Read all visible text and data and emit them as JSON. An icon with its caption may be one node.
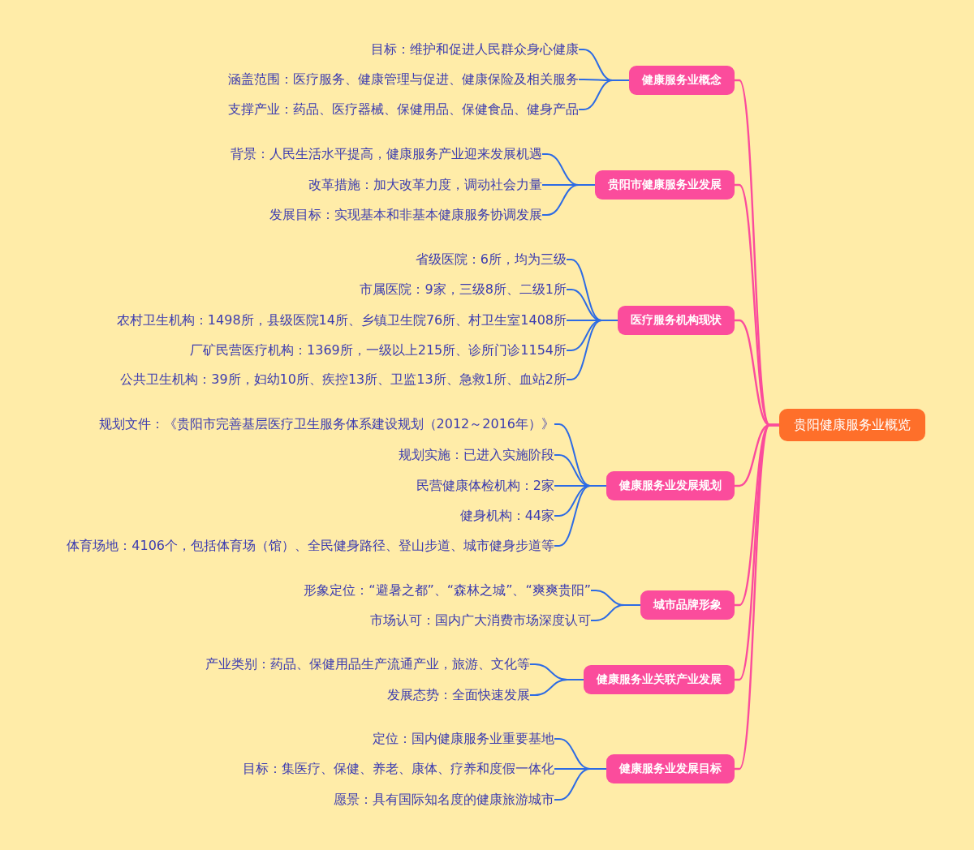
{
  "diagram": {
    "nodes": [
      {
        "text": [
          "贵阳健康服务业概览"
        ]
      },
      {
        "text": [
          "健康服务业概念"
        ]
      },
      {
        "text": [
          "目标：维护和促进人民群众身心健康"
        ]
      },
      {
        "text": [
          "涵盖范围：医疗服务、健康管理与促进、健康保险及相关服务"
        ]
      },
      {
        "text": [
          "支撑产业：药品、医疗器械、保健用品、保健食品、健身产品"
        ]
      },
      {
        "text": [
          "贵阳市健康服务业发展"
        ]
      },
      {
        "text": [
          "背景：人民生活水平提高，健康服务产业迎来发展机遇"
        ]
      },
      {
        "text": [
          "改革措施：加大改革力度，调动社会力量"
        ]
      },
      {
        "text": [
          "发展目标：实现基本和非基本健康服务协调发展"
        ]
      },
      {
        "text": [
          "医疗服务机构现状"
        ]
      },
      {
        "text": [
          "省级医院：6所，均为三级"
        ]
      },
      {
        "text": [
          "市属医院：9家，三级8所、二级1所"
        ]
      },
      {
        "text": [
          "农村卫生机构：1498所，县级医院14所、乡镇卫生院76所、村卫生室1408所"
        ]
      },
      {
        "text": [
          "厂矿民营医疗机构：1369所，一级以上215所、诊所门诊1154所"
        ]
      },
      {
        "text": [
          "公共卫生机构：39所，妇幼10所、疾控13所、卫监13所、急救1所、血站2所"
        ]
      },
      {
        "text": [
          "健康服务业发展规划"
        ]
      },
      {
        "text": [
          "规划文件：《贵阳市完善基层医疗卫生服务体系建设规划（2012～2016年）》"
        ]
      },
      {
        "text": [
          "规划实施：已进入实施阶段"
        ]
      },
      {
        "text": [
          "民营健康体检机构：2家"
        ]
      },
      {
        "text": [
          "健身机构：44家"
        ]
      },
      {
        "text": [
          "体育场地：4106个，包括体育场（馆）、全民健身路径、登山步道、城市健身步道等"
        ]
      },
      {
        "text": [
          "城市品牌形象"
        ]
      },
      {
        "text": [
          "形象定位：“避暑之都”、“森林之城”、“爽爽贵阳”"
        ]
      },
      {
        "text": [
          "市场认可：国内广大消费市场深度认可"
        ]
      },
      {
        "text": [
          "健康服务业关联产业发展"
        ]
      },
      {
        "text": [
          "产业类别：药品、保健用品生产流通产业，旅游、文化等"
        ]
      },
      {
        "text": [
          "发展态势：全面快速发展"
        ]
      },
      {
        "text": [
          "健康服务业发展目标"
        ]
      },
      {
        "text": [
          "定位：国内健康服务业重要基地"
        ]
      },
      {
        "text": [
          "目标：集医疗、保健、养老、康体、疗养和度假一体化"
        ]
      },
      {
        "text": [
          "愿景：具有国际知名度的健康旅游城市"
        ]
      }
    ],
    "edges": [
      {
        "from": 0,
        "to": 1,
        "arrow": "none",
        "color": "#fb4c9c"
      },
      {
        "from": 1,
        "to": 2,
        "arrow": "none"
      },
      {
        "from": 1,
        "to": 3,
        "arrow": "none"
      },
      {
        "from": 1,
        "to": 4,
        "arrow": "none"
      },
      {
        "from": 0,
        "to": 5,
        "arrow": "none",
        "color": "#fb4c9c"
      },
      {
        "from": 5,
        "to": 6,
        "arrow": "none"
      },
      {
        "from": 5,
        "to": 7,
        "arrow": "none"
      },
      {
        "from": 5,
        "to": 8,
        "arrow": "none"
      },
      {
        "from": 0,
        "to": 9,
        "arrow": "none",
        "color": "#fb4c9c"
      },
      {
        "from": 9,
        "to": 10,
        "arrow": "none"
      },
      {
        "from": 9,
        "to": 11,
        "arrow": "none"
      },
      {
        "from": 9,
        "to": 12,
        "arrow": "none"
      },
      {
        "from": 9,
        "to": 13,
        "arrow": "none"
      },
      {
        "from": 9,
        "to": 14,
        "arrow": "none"
      },
      {
        "from": 0,
        "to": 15,
        "arrow": "none",
        "color": "#fb4c9c"
      },
      {
        "from": 15,
        "to": 16,
        "arrow": "none"
      },
      {
        "from": 15,
        "to": 17,
        "arrow": "none"
      },
      {
        "from": 15,
        "to": 18,
        "arrow": "none"
      },
      {
        "from": 15,
        "to": 19,
        "arrow": "none"
      },
      {
        "from": 15,
        "to": 20,
        "arrow": "none"
      },
      {
        "from": 0,
        "to": 21,
        "arrow": "none",
        "color": "#fb4c9c"
      },
      {
        "from": 21,
        "to": 22,
        "arrow": "none"
      },
      {
        "from": 21,
        "to": 23,
        "arrow": "none"
      },
      {
        "from": 0,
        "to": 24,
        "arrow": "none",
        "color": "#fb4c9c"
      },
      {
        "from": 24,
        "to": 25,
        "arrow": "none"
      },
      {
        "from": 24,
        "to": 26,
        "arrow": "none"
      },
      {
        "from": 0,
        "to": 27,
        "arrow": "none",
        "color": "#fb4c9c"
      },
      {
        "from": 27,
        "to": 28,
        "arrow": "none"
      },
      {
        "from": 27,
        "to": 29,
        "arrow": "none"
      },
      {
        "from": 27,
        "to": 30,
        "arrow": "none"
      }
    ]
  }
}
